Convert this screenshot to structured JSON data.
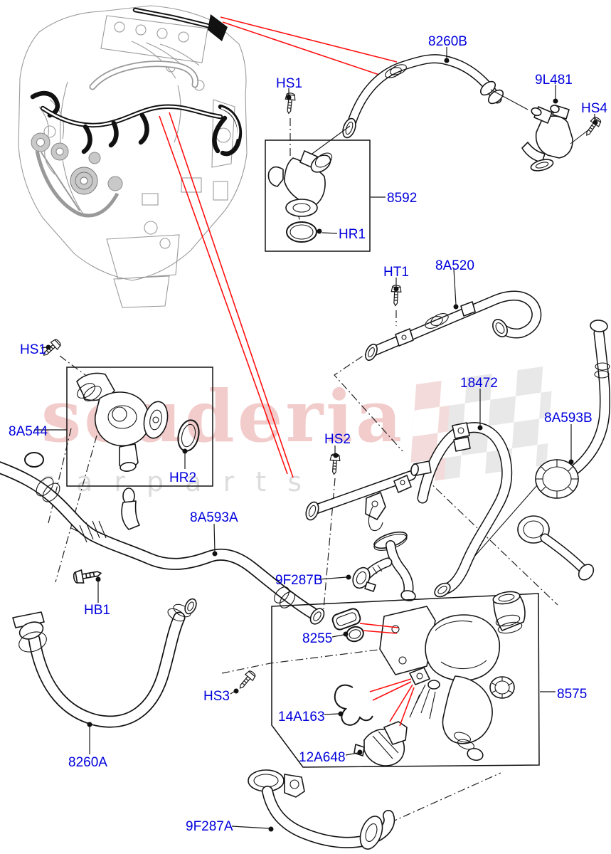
{
  "diagram": {
    "watermark": {
      "brand": "scuderia",
      "tagline": "c a r   p a r t s"
    },
    "colors": {
      "label_blue": "#0000dd",
      "callout_red": "#ff1010",
      "line_black": "#161616",
      "watermark_pink": "#f2cbcb",
      "watermark_gray": "#dcdcdc",
      "flag_gray": "#e6e6e6",
      "flag_pink": "#f3d8d8"
    },
    "labels": {
      "hs1_top": "HS1",
      "p8260b": "8260B",
      "p9l481": "9L481",
      "hs4": "HS4",
      "p8592": "8592",
      "hr1": "HR1",
      "ht1": "HT1",
      "p8a520": "8A520",
      "hs1_left": "HS1",
      "p8a544": "8A544",
      "hr2": "HR2",
      "p18472": "18472",
      "p8a593b": "8A593B",
      "hs2": "HS2",
      "p8a593a": "8A593A",
      "p9f287b": "9F287B",
      "hb1": "HB1",
      "p8260a": "8260A",
      "hs3": "HS3",
      "p8255": "8255",
      "p14a163": "14A163",
      "p12a648": "12A648",
      "p8575": "8575",
      "p9f287a": "9F287A"
    }
  }
}
